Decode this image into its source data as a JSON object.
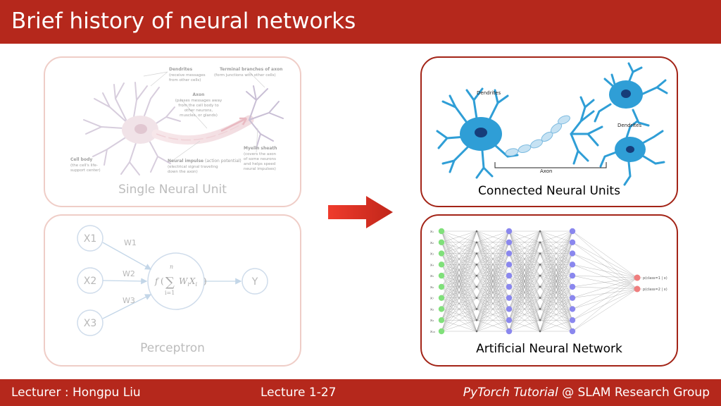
{
  "slide": {
    "title": "Brief history of neural networks"
  },
  "panels": {
    "single_neural_unit": {
      "caption": "Single Neural Unit",
      "annotations": {
        "dendrites_title": "Dendrites",
        "dendrites_l1": "(receive messages",
        "dendrites_l2": "from other cells)",
        "terminal_title": "Terminal branches of axon",
        "terminal_l1": "(form junctions with other cells)",
        "axon_title": "Axon",
        "axon_l1": "(passes messages away",
        "axon_l2": "from the cell body to",
        "axon_l3": "other neurons,",
        "axon_l4": "muscles, or glands)",
        "cellbody_title": "Cell body",
        "cellbody_l1": "(the cell's life-",
        "cellbody_l2": "support center)",
        "impulse_title": "Neural impulse",
        "impulse_title_rest": " (action potential)",
        "impulse_l1": "(electrical signal traveling",
        "impulse_l2": "down the axon)",
        "myelin_title": "Myelin sheath",
        "myelin_l1": "(covers the axon",
        "myelin_l2": "of some neurons",
        "myelin_l3": "and helps speed",
        "myelin_l4": "neural impulses)"
      }
    },
    "perceptron": {
      "caption": "Perceptron",
      "inputs": [
        "X1",
        "X2",
        "X3"
      ],
      "weights": [
        "W1",
        "W2",
        "W3"
      ],
      "output": "Y",
      "formula": {
        "f": "f",
        "open_paren": "(",
        "close_paren": ")",
        "sigma": "∑",
        "upper": "n",
        "lower": "i=1",
        "term_w": "W",
        "term_w_sub": "i",
        "term_x": "X",
        "term_x_sub": "i"
      }
    },
    "connected_neural_units": {
      "caption": "Connected Neural Units",
      "labels": {
        "dendrites_left": "Dendrites",
        "dendrites_right": "Dendrites",
        "axon": "Axon"
      }
    },
    "artificial_neural_network": {
      "caption": "Artificial Neural Network",
      "input_labels": [
        "x₁",
        "x₂",
        "x₃",
        "x₄",
        "x₅",
        "x₆",
        "x₇",
        "x₈",
        "x₉",
        "x₁₀"
      ],
      "output_labels": [
        "p(class=1 | x)",
        "p(class=2 | x)"
      ],
      "layer_sizes": [
        10,
        10,
        10,
        10,
        2
      ]
    }
  },
  "footer": {
    "lecturer": "Lecturer : Hongpu Liu",
    "lecture": "Lecture 1-27",
    "course": "PyTorch Tutorial",
    "group": " @ SLAM Research Group"
  },
  "colors": {
    "brand_red": "#b5281c",
    "card_border_active": "#a32417",
    "card_border_faded": "#efcdc7",
    "arrow_start": "#ef3b2c",
    "arrow_end": "#c0261a",
    "neuron_blue": "#2f9ed6",
    "input_node_green": "#80e07a",
    "hidden_node_purple": "#8a87ee",
    "output_node_red": "#ef7e7e"
  }
}
